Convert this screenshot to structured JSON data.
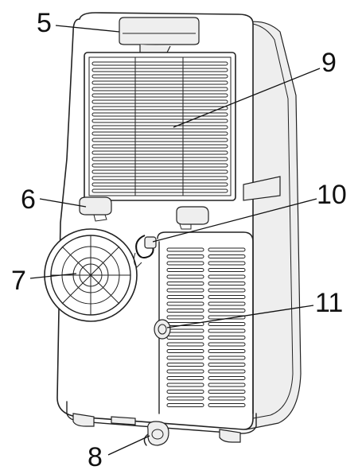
{
  "callouts": {
    "handle": "5",
    "filter_grille": "9",
    "handle_recess": "6",
    "exhaust_outlet": "7",
    "drain_outlet_bottom": "8",
    "power_cord": "10",
    "drain_outlet_side": "11"
  }
}
